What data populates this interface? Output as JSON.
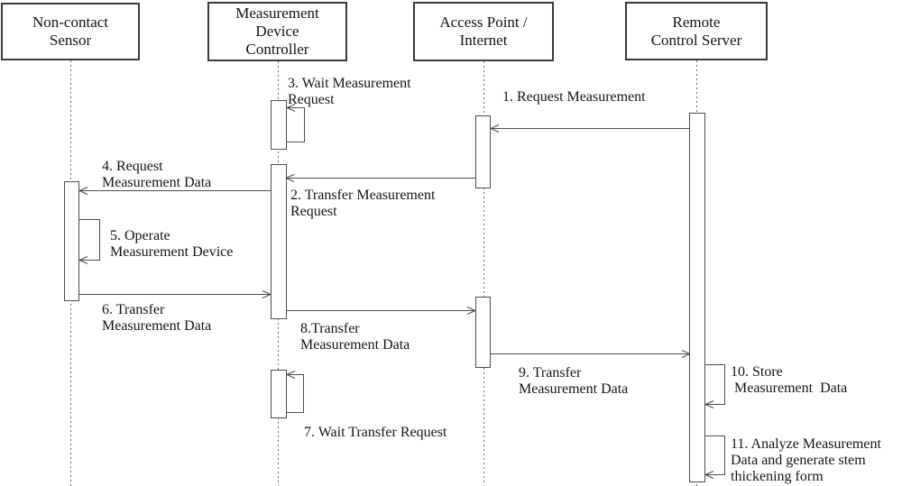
{
  "diagram_type": "UML sequence diagram",
  "actors": [
    {
      "name": "Non-contact\nSensor"
    },
    {
      "name": "Measurement\nDevice\nController"
    },
    {
      "name": "Access Point /\nInternet"
    },
    {
      "name": "Remote\nControl Server"
    }
  ],
  "messages": [
    {
      "label": "1. Request Measurement",
      "from": "Remote Control Server",
      "to": "Access Point / Internet",
      "kind": "message"
    },
    {
      "label": "2. Transfer Measurement\nRequest",
      "from": "Access Point / Internet",
      "to": "Measurement Device Controller",
      "kind": "message"
    },
    {
      "label": "3. Wait Measurement\nRequest",
      "from": "Measurement Device Controller",
      "to": "Measurement Device Controller",
      "kind": "self"
    },
    {
      "label": "4. Request\nMeasurement Data",
      "from": "Measurement Device Controller",
      "to": "Non-contact Sensor",
      "kind": "message"
    },
    {
      "label": "5. Operate\nMeasurement Device",
      "from": "Non-contact Sensor",
      "to": "Non-contact Sensor",
      "kind": "self"
    },
    {
      "label": "6. Transfer\nMeasurement Data",
      "from": "Non-contact Sensor",
      "to": "Measurement Device Controller",
      "kind": "message"
    },
    {
      "label": "7. Wait Transfer Request",
      "from": "Measurement Device Controller",
      "to": "Measurement Device Controller",
      "kind": "self"
    },
    {
      "label": "8.Transfer\nMeasurement Data",
      "from": "Measurement Device Controller",
      "to": "Access Point / Internet",
      "kind": "message"
    },
    {
      "label": "9. Transfer\nMeasurement Data",
      "from": "Access Point / Internet",
      "to": "Remote Control Server",
      "kind": "message"
    },
    {
      "label": "10. Store\n Measurement  Data",
      "from": "Remote Control Server",
      "to": "Remote Control Server",
      "kind": "self"
    },
    {
      "label": "11. Analyze Measurement\nData and generate stem\nthickening form",
      "from": "Remote Control Server",
      "to": "Remote Control Server",
      "kind": "self"
    }
  ],
  "colors": {
    "background": "#ffffff",
    "line": "#4d4d4d",
    "box_border": "#3a3a3a",
    "text": "#141414"
  }
}
